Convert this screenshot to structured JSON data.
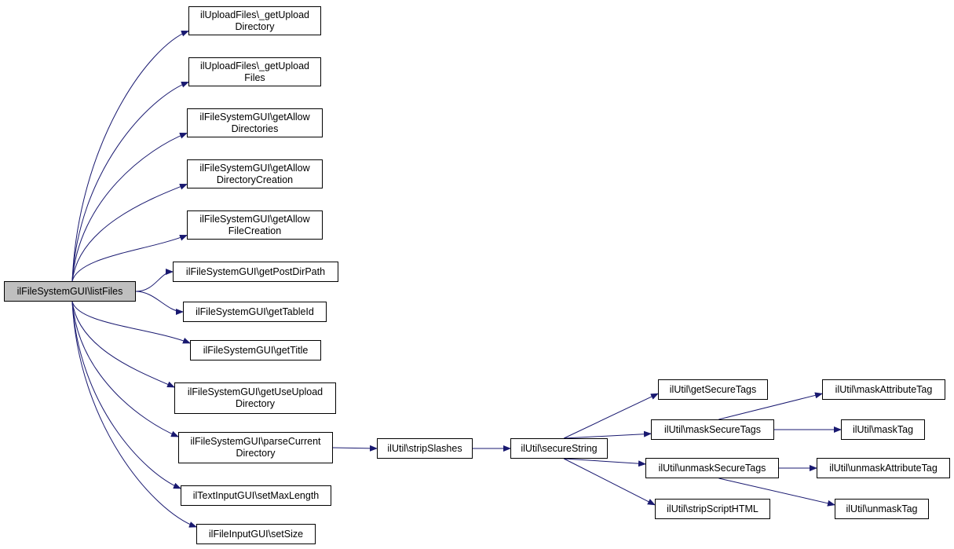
{
  "graph": {
    "colors": {
      "edge": "#191970",
      "root_fill": "#bfbfbf",
      "node_fill": "#ffffff",
      "border": "#000000"
    },
    "nodes": [
      {
        "id": "n0",
        "label": "ilFileSystemGUI\\listFiles",
        "root": true
      },
      {
        "id": "n1",
        "label": "ilUploadFiles\\_getUpload\nDirectory"
      },
      {
        "id": "n2",
        "label": "ilUploadFiles\\_getUpload\nFiles"
      },
      {
        "id": "n3",
        "label": "ilFileSystemGUI\\getAllow\nDirectories"
      },
      {
        "id": "n4",
        "label": "ilFileSystemGUI\\getAllow\nDirectoryCreation"
      },
      {
        "id": "n5",
        "label": "ilFileSystemGUI\\getAllow\nFileCreation"
      },
      {
        "id": "n6",
        "label": "ilFileSystemGUI\\getPostDirPath"
      },
      {
        "id": "n7",
        "label": "ilFileSystemGUI\\getTableId"
      },
      {
        "id": "n8",
        "label": "ilFileSystemGUI\\getTitle"
      },
      {
        "id": "n9",
        "label": "ilFileSystemGUI\\getUseUpload\nDirectory"
      },
      {
        "id": "n10",
        "label": "ilFileSystemGUI\\parseCurrent\nDirectory"
      },
      {
        "id": "n11",
        "label": "ilTextInputGUI\\setMaxLength"
      },
      {
        "id": "n12",
        "label": "ilFileInputGUI\\setSize"
      },
      {
        "id": "n13",
        "label": "ilUtil\\stripSlashes"
      },
      {
        "id": "n14",
        "label": "ilUtil\\secureString"
      },
      {
        "id": "n15",
        "label": "ilUtil\\getSecureTags"
      },
      {
        "id": "n16",
        "label": "ilUtil\\maskSecureTags"
      },
      {
        "id": "n17",
        "label": "ilUtil\\unmaskSecureTags"
      },
      {
        "id": "n18",
        "label": "ilUtil\\stripScriptHTML"
      },
      {
        "id": "n19",
        "label": "ilUtil\\maskAttributeTag"
      },
      {
        "id": "n20",
        "label": "ilUtil\\maskTag"
      },
      {
        "id": "n21",
        "label": "ilUtil\\unmaskAttributeTag"
      },
      {
        "id": "n22",
        "label": "ilUtil\\unmaskTag"
      }
    ],
    "edges": [
      [
        "n0",
        "n1"
      ],
      [
        "n0",
        "n2"
      ],
      [
        "n0",
        "n3"
      ],
      [
        "n0",
        "n4"
      ],
      [
        "n0",
        "n5"
      ],
      [
        "n0",
        "n6"
      ],
      [
        "n0",
        "n7"
      ],
      [
        "n0",
        "n8"
      ],
      [
        "n0",
        "n9"
      ],
      [
        "n0",
        "n10"
      ],
      [
        "n0",
        "n11"
      ],
      [
        "n0",
        "n12"
      ],
      [
        "n10",
        "n13"
      ],
      [
        "n13",
        "n14"
      ],
      [
        "n14",
        "n15"
      ],
      [
        "n14",
        "n16"
      ],
      [
        "n14",
        "n17"
      ],
      [
        "n14",
        "n18"
      ],
      [
        "n16",
        "n19"
      ],
      [
        "n16",
        "n20"
      ],
      [
        "n17",
        "n21"
      ],
      [
        "n17",
        "n22"
      ]
    ]
  }
}
